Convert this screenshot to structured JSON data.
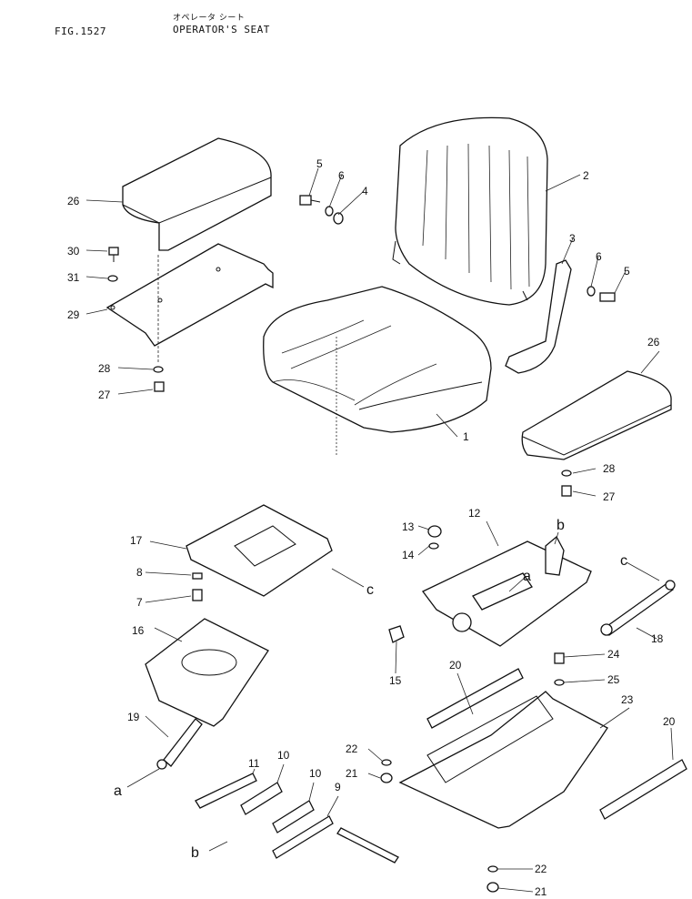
{
  "header": {
    "fig_no": "FIG.1527",
    "title_jp": "オペレータ シート",
    "title_en": "OPERATOR'S SEAT"
  },
  "callouts": [
    {
      "id": "c26a",
      "text": "26"
    },
    {
      "id": "c30",
      "text": "30"
    },
    {
      "id": "c31",
      "text": "31"
    },
    {
      "id": "c29",
      "text": "29"
    },
    {
      "id": "c28a",
      "text": "28"
    },
    {
      "id": "c27a",
      "text": "27"
    },
    {
      "id": "c5a",
      "text": "5"
    },
    {
      "id": "c6a",
      "text": "6"
    },
    {
      "id": "c4",
      "text": "4"
    },
    {
      "id": "c2",
      "text": "2"
    },
    {
      "id": "c3",
      "text": "3"
    },
    {
      "id": "c6b",
      "text": "6"
    },
    {
      "id": "c5b",
      "text": "5"
    },
    {
      "id": "c26b",
      "text": "26"
    },
    {
      "id": "c1",
      "text": "1"
    },
    {
      "id": "c28b",
      "text": "28"
    },
    {
      "id": "c27b",
      "text": "27"
    },
    {
      "id": "c17",
      "text": "17"
    },
    {
      "id": "c8",
      "text": "8"
    },
    {
      "id": "c7",
      "text": "7"
    },
    {
      "id": "cC1",
      "text": "c"
    },
    {
      "id": "c16",
      "text": "16"
    },
    {
      "id": "c19",
      "text": "19"
    },
    {
      "id": "ca1",
      "text": "a"
    },
    {
      "id": "c11",
      "text": "11"
    },
    {
      "id": "c10a",
      "text": "10"
    },
    {
      "id": "c10b",
      "text": "10"
    },
    {
      "id": "c9",
      "text": "9"
    },
    {
      "id": "cb1",
      "text": "b"
    },
    {
      "id": "c13",
      "text": "13"
    },
    {
      "id": "c12",
      "text": "12"
    },
    {
      "id": "cb2",
      "text": "b"
    },
    {
      "id": "c14",
      "text": "14"
    },
    {
      "id": "ca2",
      "text": "a"
    },
    {
      "id": "cC2",
      "text": "c"
    },
    {
      "id": "c18",
      "text": "18"
    },
    {
      "id": "c15",
      "text": "15"
    },
    {
      "id": "c20a",
      "text": "20"
    },
    {
      "id": "c24",
      "text": "24"
    },
    {
      "id": "c25",
      "text": "25"
    },
    {
      "id": "c23",
      "text": "23"
    },
    {
      "id": "c20b",
      "text": "20"
    },
    {
      "id": "c22a",
      "text": "22"
    },
    {
      "id": "c21a",
      "text": "21"
    },
    {
      "id": "c22b",
      "text": "22"
    },
    {
      "id": "c21b",
      "text": "21"
    }
  ]
}
